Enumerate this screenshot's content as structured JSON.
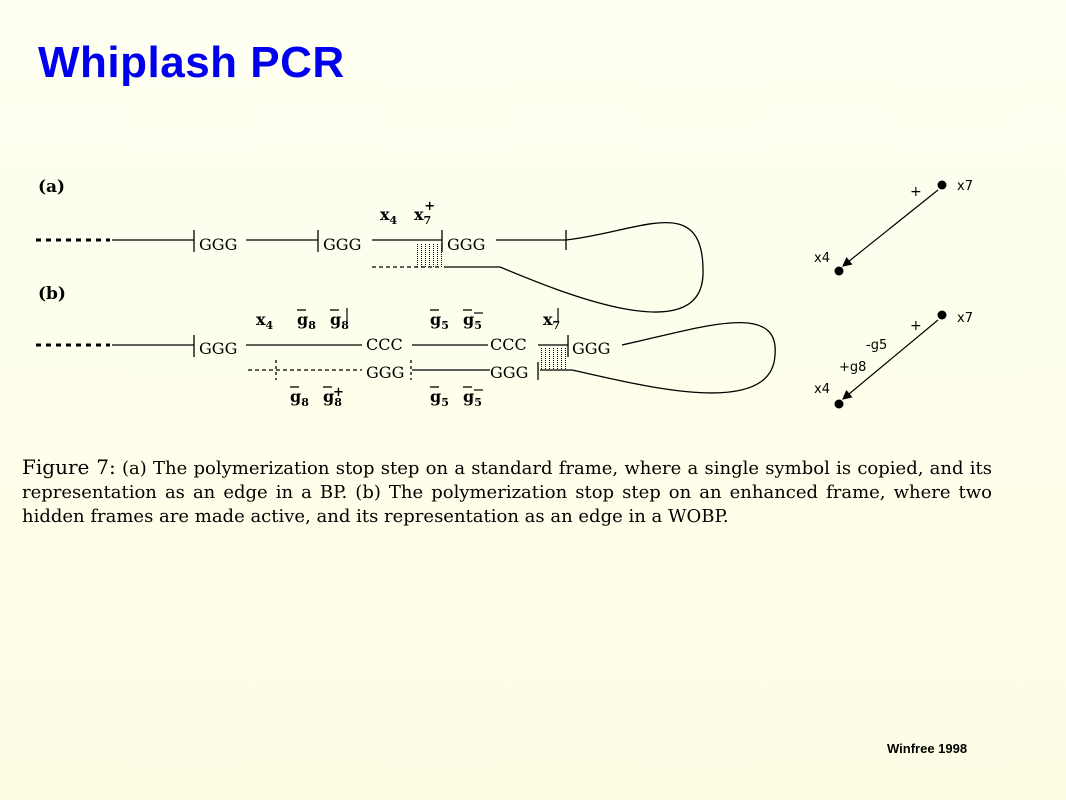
{
  "title": "Whiplash PCR",
  "diagram": {
    "panel_a_label": "(a)",
    "panel_b_label": "(b)",
    "a_blocks": [
      "GGG",
      "GGG",
      "GGG"
    ],
    "a_markers": [
      "x4",
      "x7+"
    ],
    "b_top_blocks": [
      "GGG",
      "CCC",
      "CCC",
      "GGG"
    ],
    "b_bottom_blocks": [
      "GGG",
      "GGG"
    ],
    "b_top_markers": [
      "x4",
      "g8",
      "g8↓",
      "g5",
      "g5−",
      "x7↓"
    ],
    "b_bottom_markers": [
      "g8",
      "g8+",
      "g5",
      "g5−"
    ],
    "graph_a": {
      "start": "x7",
      "end": "x4",
      "edge_label": "+"
    },
    "graph_b": {
      "start": "x7",
      "end": "x4",
      "labels": [
        "+",
        "-g5",
        "+g8"
      ]
    }
  },
  "caption": {
    "prefix": "Figure 7:",
    "text": "(a) The polymerization stop step on a standard frame, where a single symbol is copied, and its representation as an edge in a BP. (b) The polymerization stop step on an enhanced frame, where two hidden frames are made active, and its representation as an edge in a WOBP."
  },
  "credit": "Winfree 1998"
}
